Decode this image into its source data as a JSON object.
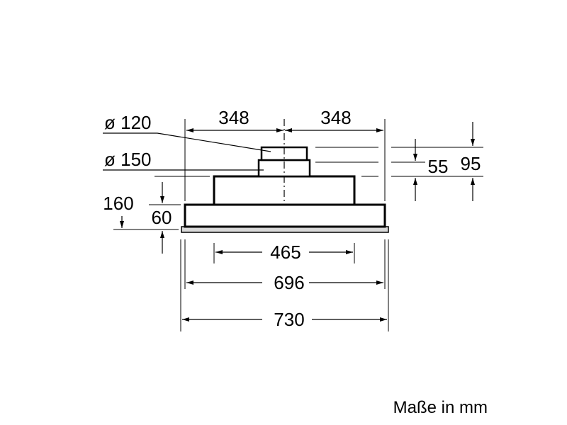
{
  "dimensions": {
    "top_left_half": "348",
    "top_right_half": "348",
    "outer_diameter_small": "ø 120",
    "outer_diameter_large": "ø 150",
    "height_total": "160",
    "height_body": "60",
    "height_connector_small": "55",
    "height_connector_large": "95",
    "width_inner": "465",
    "width_body": "696",
    "width_total": "730"
  },
  "caption": "Maße in mm",
  "colors": {
    "line": "#000000",
    "thin_line": "#000000",
    "body_fill": "#ffffff",
    "shadow_fill": "#d9d9d9"
  }
}
